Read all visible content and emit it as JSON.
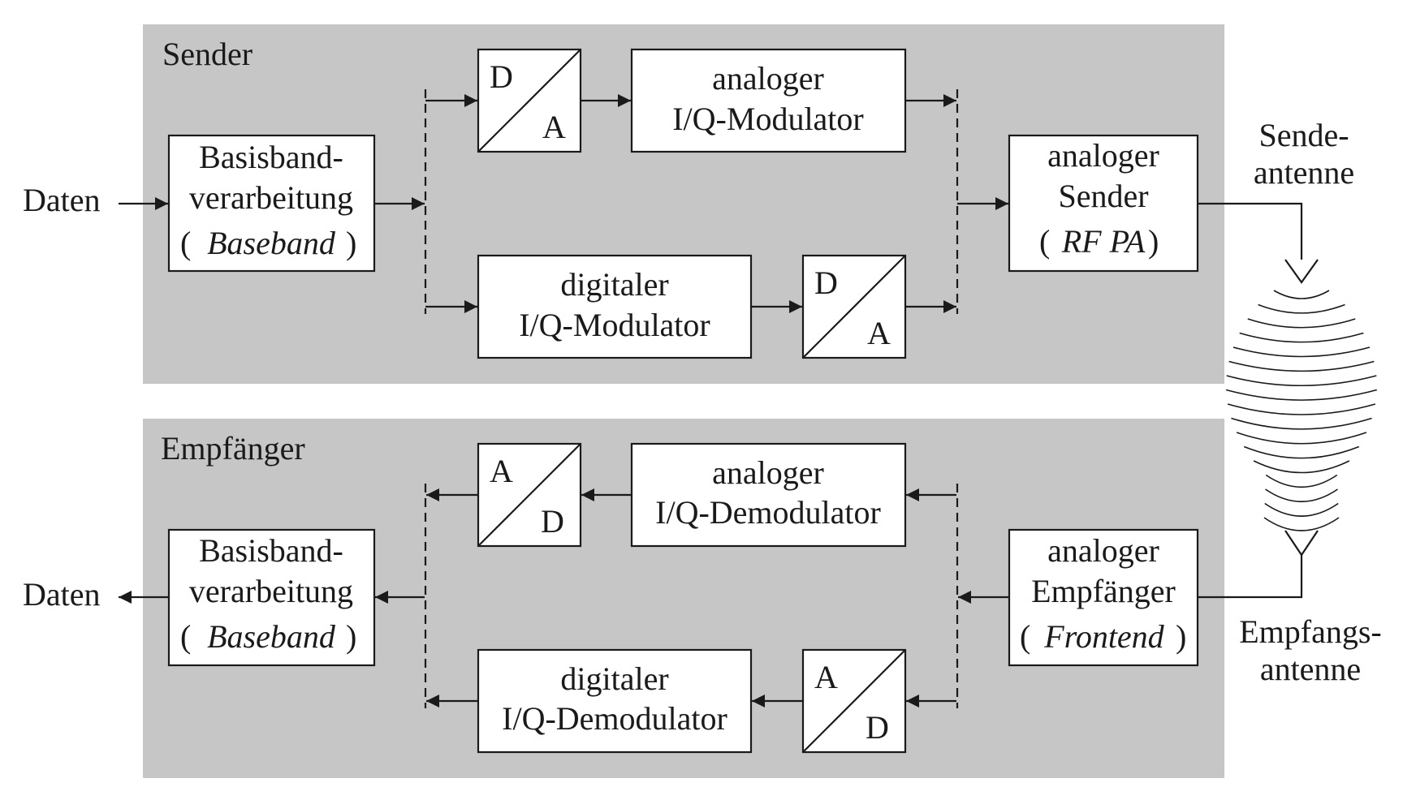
{
  "sender": {
    "title": "Sender",
    "input": "Daten",
    "baseband": {
      "line1": "Basisband-",
      "line2": "verarbeitung",
      "line3": "Baseband"
    },
    "dac_top": {
      "a": "D",
      "b": "A"
    },
    "analog_mod": {
      "line1": "analoger",
      "line2": "I/Q-Modulator"
    },
    "digital_mod": {
      "line1": "digitaler",
      "line2": "I/Q-Modulator"
    },
    "dac_bottom": {
      "a": "D",
      "b": "A"
    },
    "rf": {
      "line1": "analoger",
      "line2": "Sender",
      "line3": "RF PA"
    },
    "antenna": {
      "line1": "Sende-",
      "line2": "antenne"
    }
  },
  "receiver": {
    "title": "Empfänger",
    "output": "Daten",
    "baseband": {
      "line1": "Basisband-",
      "line2": "verarbeitung",
      "line3": "Baseband"
    },
    "adc_top": {
      "a": "A",
      "b": "D"
    },
    "analog_demod": {
      "line1": "analoger",
      "line2": "I/Q-Demodulator"
    },
    "digital_demod": {
      "line1": "digitaler",
      "line2": "I/Q-Demodulator"
    },
    "adc_bottom": {
      "a": "A",
      "b": "D"
    },
    "frontend": {
      "line1": "analoger",
      "line2": "Empfänger",
      "line3": "Frontend"
    },
    "antenna": {
      "line1": "Empfangs-",
      "line2": "antenne"
    }
  },
  "colors": {
    "panel": "#c6c6c6",
    "line": "#1a1a1a"
  }
}
